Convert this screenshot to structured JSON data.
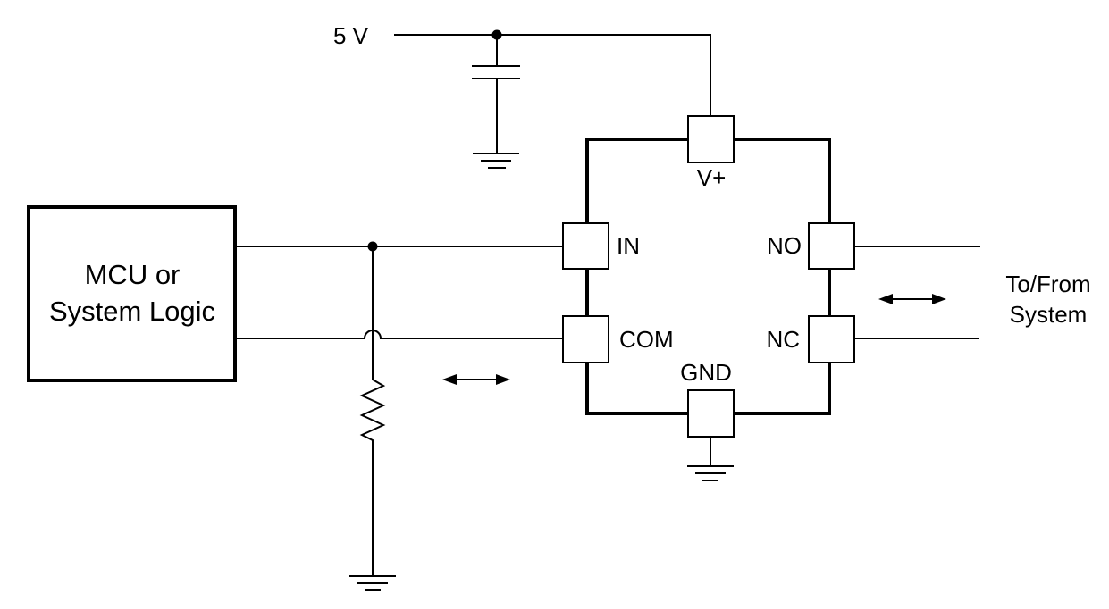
{
  "supply": {
    "label": "5 V"
  },
  "mcu": {
    "line1": "MCU or",
    "line2": "System Logic"
  },
  "pins": {
    "vplus": "V+",
    "in": "IN",
    "com": "COM",
    "no": "NO",
    "nc": "NC",
    "gnd": "GND"
  },
  "system": {
    "line1": "To/From",
    "line2": "System"
  }
}
